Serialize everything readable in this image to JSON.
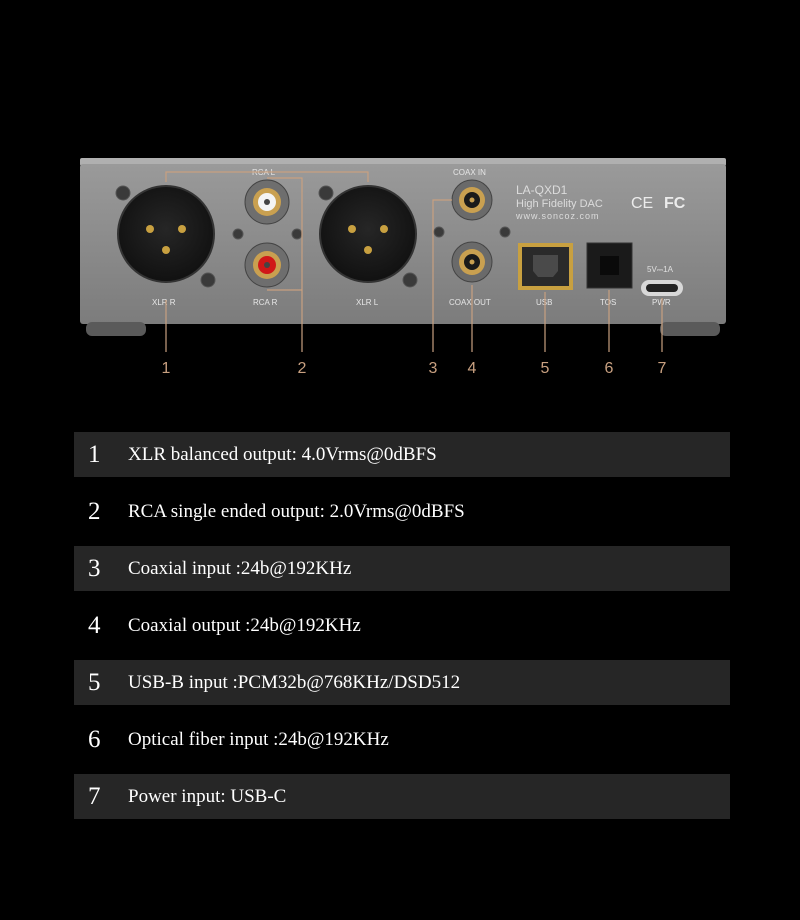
{
  "device": {
    "model": "LA-QXD1",
    "subtitle": "High Fidelity DAC",
    "website": "www.soncoz.com",
    "ce_mark": "CE",
    "fcc_mark": "FC",
    "power_rating": "5V⎓1A"
  },
  "port_labels": {
    "rca_l": "RCA L",
    "rca_r": "RCA R",
    "xlr_r": "XLR R",
    "xlr_l": "XLR L",
    "coax_in": "COAX IN",
    "coax_out": "COAX OUT",
    "usb": "USB",
    "tos": "TOS",
    "pwr": "PWR"
  },
  "callout_numbers": [
    "1",
    "2",
    "3",
    "4",
    "5",
    "6",
    "7"
  ],
  "colors": {
    "accent": "#c8a080",
    "panel": "#8a8a8a",
    "row_shade": "#262626",
    "text": "#ffffff"
  },
  "specs": [
    {
      "num": "1",
      "text": "XLR balanced output: 4.0Vrms@0dBFS"
    },
    {
      "num": "2",
      "text": "RCA single ended output: 2.0Vrms@0dBFS"
    },
    {
      "num": "3",
      "text": "Coaxial input :24b@192KHz"
    },
    {
      "num": "4",
      "text": "Coaxial output :24b@192KHz"
    },
    {
      "num": "5",
      "text": "USB-B input :PCM32b@768KHz/DSD512"
    },
    {
      "num": "6",
      "text": "Optical fiber input :24b@192KHz"
    },
    {
      "num": "7",
      "text": "Power input: USB-C"
    }
  ]
}
